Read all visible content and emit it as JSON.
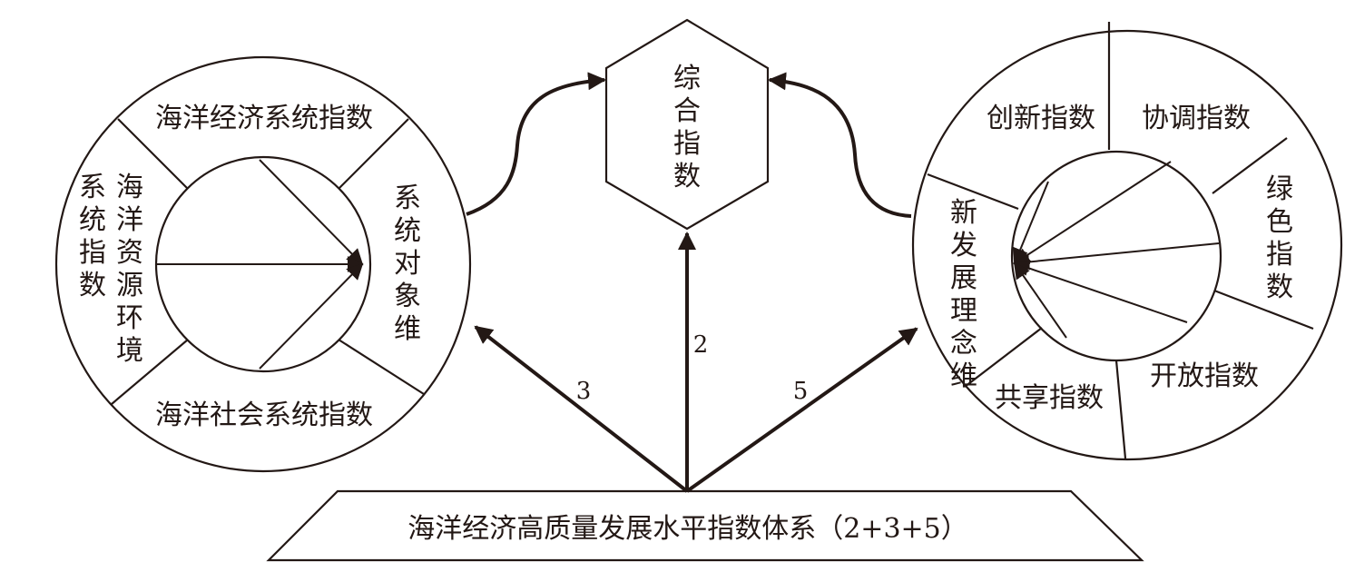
{
  "base": {
    "title": "海洋经济高质量发展水平指数体系（2+3+5）"
  },
  "center": {
    "label": "综合指数"
  },
  "arrow_labels": {
    "left": "3",
    "middle": "2",
    "right": "5"
  },
  "left_wheel": {
    "top": "海洋经济系统指数",
    "bottom": "海洋社会系统指数",
    "left_outer": "系统指数",
    "left_inner": "海洋资源环境",
    "inner_dimension": "系统对象维"
  },
  "right_wheel": {
    "innovation": "创新指数",
    "coordination": "协调指数",
    "green": "绿色指数",
    "openness": "开放指数",
    "sharing": "共享指数",
    "inner_dimension": "新发展理念维"
  }
}
